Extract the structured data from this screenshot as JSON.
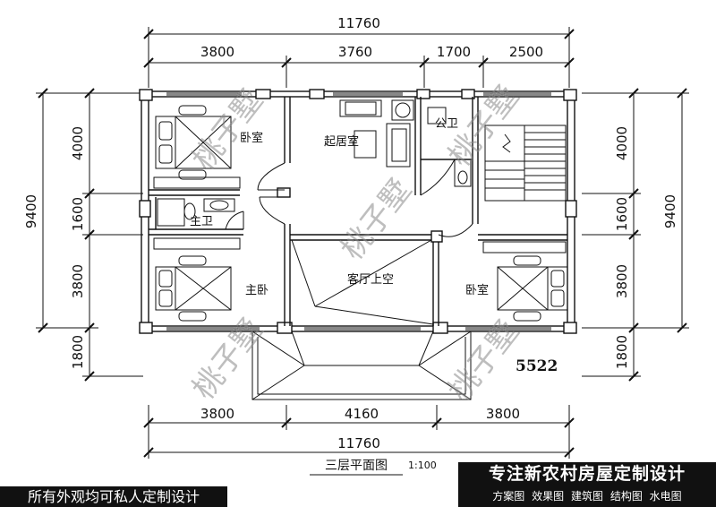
{
  "dimensions": {
    "top_total": "11760",
    "top_segments": [
      "3800",
      "3760",
      "1700",
      "2500"
    ],
    "bottom_segments": [
      "3800",
      "4160",
      "3800"
    ],
    "bottom_total": "11760",
    "left_total": "9400",
    "left_segments": [
      "4000",
      "1600",
      "3800",
      "1800"
    ],
    "right_total": "9400",
    "right_segments": [
      "4000",
      "1600",
      "3800",
      "1800"
    ]
  },
  "rooms": {
    "bedroom_top_left": "卧室",
    "living_room": "起居室",
    "public_bath": "公卫",
    "master_bath": "主卫",
    "master_bedroom": "主卧",
    "void_above_hall": "客厅上空",
    "bedroom_bottom_right": "卧室"
  },
  "plan_id": "5522",
  "plan_title": "三层平面图",
  "plan_scale": "1:100",
  "watermark": "桃子墅",
  "banner": {
    "headline": "专注新农村房屋定制设计",
    "services": [
      "方案图",
      "效果图",
      "建筑图",
      "结构图",
      "水电图"
    ],
    "footer_left": "所有外观均可私人定制设计"
  },
  "colors": {
    "line": "#111111",
    "banner_bg": "#111111",
    "banner_text": "#ffffff",
    "watermark": "#8a8a8a"
  }
}
